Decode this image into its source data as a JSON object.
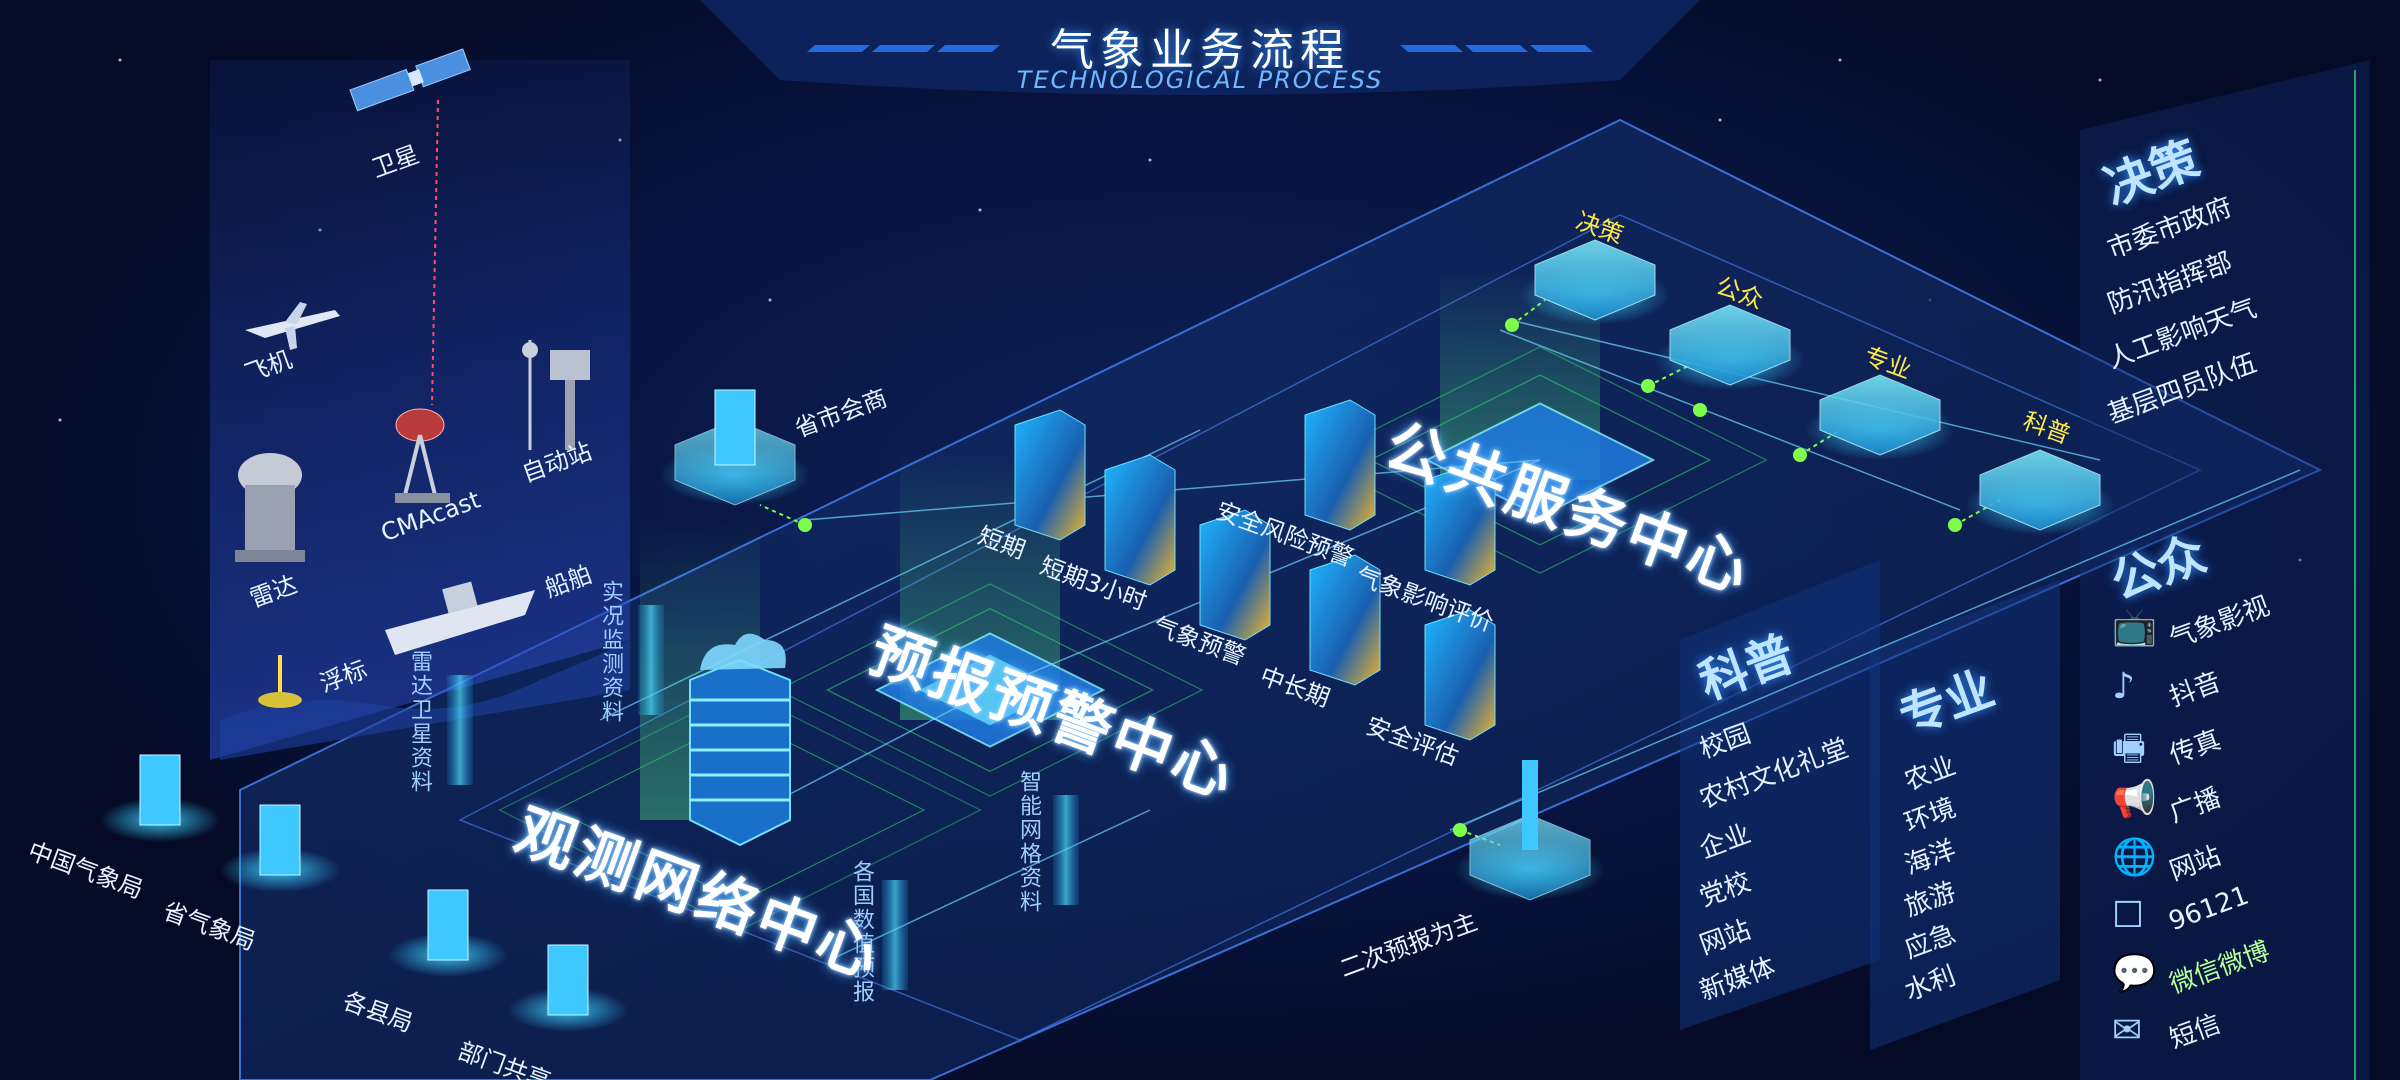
{
  "header": {
    "title": "气象业务流程",
    "subtitle": "TECHNOLOGICAL PROCESS"
  },
  "observation": {
    "satellite": "卫星",
    "plane": "飞机",
    "radar": "雷达",
    "cmacast": "CMAcast",
    "auto_station": "自动站",
    "buoy": "浮标",
    "ship": "船舶"
  },
  "data_streams": {
    "radar_satellite": "雷达卫星资料",
    "live_monitoring": "实况监测资料",
    "numerical_forecast": "各国数值预报",
    "grid_data": "智能网格资料"
  },
  "centers": {
    "observation_center": "观测网络中心",
    "forecast_center": "预报预警中心",
    "public_service_center": "公共服务中心"
  },
  "agencies": {
    "cma": "中国气象局",
    "provincial": "省气象局",
    "county": "各县局",
    "department": "部门共享",
    "consult": "省市会商",
    "secondary": "二次预报为主"
  },
  "forecast_products": {
    "short_term": "短期",
    "short_3h": "短期3小时",
    "warning": "气象预警",
    "mid_long": "中长期",
    "safety_eval": "安全评估",
    "safety_risk": "安全风险预警",
    "impact_eval": "气象影响评价"
  },
  "service_nodes": {
    "decision": "决策",
    "public": "公众",
    "professional": "专业",
    "science": "科普"
  },
  "science_list": {
    "head": "科普",
    "items": [
      "校园",
      "农村文化礼堂",
      "企业",
      "党校",
      "网站",
      "新媒体"
    ]
  },
  "professional_list": {
    "head": "专业",
    "items": [
      "农业",
      "环境",
      "海洋",
      "旅游",
      "应急",
      "水利"
    ]
  },
  "decision_list": {
    "head": "决策",
    "items": [
      "市委市政府",
      "防汛指挥部",
      "人工影响天气",
      "基层四员队伍"
    ]
  },
  "public_list": {
    "head": "公众",
    "items": [
      {
        "icon": "tv-icon",
        "label": "气象影视"
      },
      {
        "icon": "tiktok-icon",
        "label": "抖音"
      },
      {
        "icon": "fax-icon",
        "label": "传真"
      },
      {
        "icon": "broadcast-icon",
        "label": "广播"
      },
      {
        "icon": "globe-icon",
        "label": "网站"
      },
      {
        "icon": "phone-icon",
        "label": "96121"
      },
      {
        "icon": "wechat-icon",
        "label": "微信微博"
      },
      {
        "icon": "mail-icon",
        "label": "短信"
      }
    ]
  },
  "colors": {
    "accent": "#38d9ff",
    "highlight": "#ffe94a",
    "link_green": "#7dff4a",
    "background": "#050b26"
  }
}
